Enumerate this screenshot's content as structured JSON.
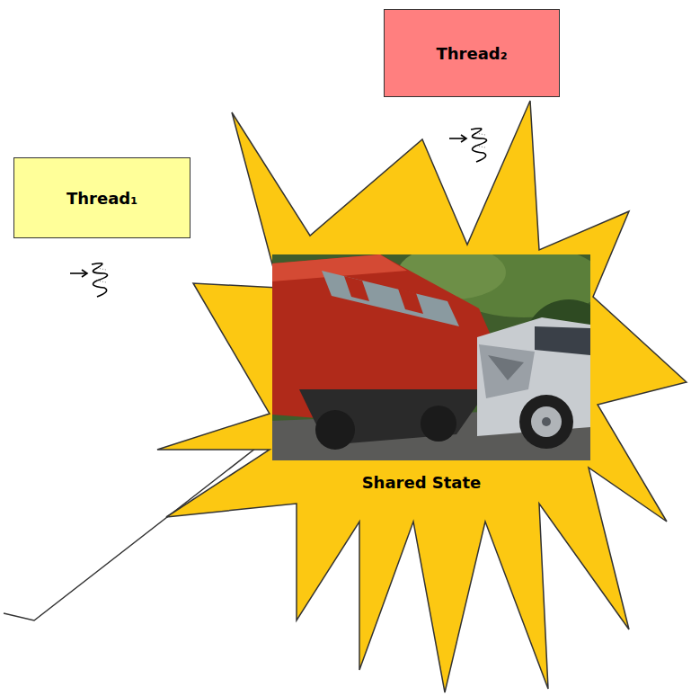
{
  "diagram": {
    "nodes": [
      {
        "text": [
          "Thread₁"
        ]
      },
      {
        "text": [
          "Thread₂"
        ]
      },
      {
        "text": [
          "Shared State"
        ]
      }
    ]
  }
}
